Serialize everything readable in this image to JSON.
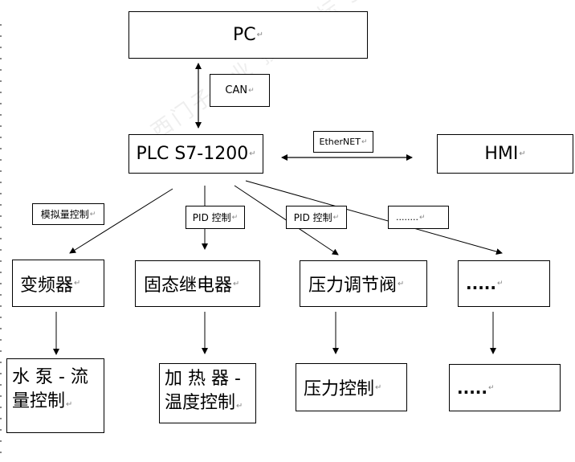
{
  "diagram": {
    "nodes": {
      "pc": "PC",
      "can": "CAN",
      "plc": "PLC S7-1200",
      "ethernet": "EtherNET",
      "hmi": "HMI",
      "analog_control": "模拟量控制",
      "pid_control_1": "PID 控制",
      "pid_control_2": "PID 控制",
      "more_label": "........",
      "vfd": "变频器",
      "ssr": "固态继电器",
      "pressure_valve": "压力调节阀",
      "more_device": ".....",
      "pump_line1": "水 泵 - 流",
      "pump_line2": "量控制",
      "heater_line1": "加 热 器 -",
      "heater_line2": "温度控制",
      "pressure_control": "压力控制",
      "more_result": "....."
    },
    "return_mark": "↵",
    "watermark": "西门子工业 技术论坛 support.industry.siemens.com/cs",
    "edges": [
      {
        "from": "plc",
        "to": "pc",
        "bidirectional": true,
        "label": "can"
      },
      {
        "from": "plc",
        "to": "hmi",
        "bidirectional": true,
        "label": "ethernet"
      },
      {
        "from": "plc",
        "to": "vfd",
        "label": "analog_control"
      },
      {
        "from": "plc",
        "to": "ssr",
        "label": "pid_control_1"
      },
      {
        "from": "plc",
        "to": "pressure_valve",
        "label": "pid_control_2"
      },
      {
        "from": "plc",
        "to": "more_device",
        "label": "more_label"
      },
      {
        "from": "vfd",
        "to": "pump"
      },
      {
        "from": "ssr",
        "to": "heater"
      },
      {
        "from": "pressure_valve",
        "to": "pressure_control"
      },
      {
        "from": "more_device",
        "to": "more_result"
      }
    ]
  }
}
